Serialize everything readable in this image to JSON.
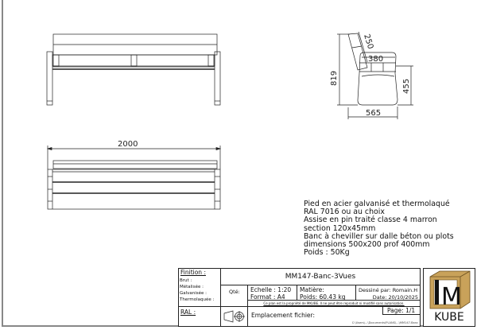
{
  "drawing": {
    "dimensions": {
      "length": "2000",
      "height": "819",
      "depth": "565",
      "seat_height": "455",
      "seat_depth": "380",
      "backrest": "250"
    }
  },
  "notes": [
    "Pied en acier galvanisé et thermolaqué",
    "RAL 7016 ou au choix",
    "Assise en pin traité classe 4 marron",
    "section 120x45mm",
    "Banc à cheviller sur dalle béton ou plots",
    "dimensions 500x200 prof 400mm",
    "Poids : 50Kg"
  ],
  "title_block": {
    "finition_label": "Finition :",
    "finitions": [
      "Brut :",
      "Métalisée :",
      "Galvanisée :",
      "Thermolaquée :"
    ],
    "ral_label": "RAL :",
    "title": "MM147-Banc-3Vues",
    "qte_label": "Qté:",
    "echelle": "Echelle : 1:20",
    "format": "Format :  A4",
    "matiere": "Matière:",
    "poids": "Poids: 60.43 kg",
    "dessine": "Dessiné par: Romain.H",
    "date": "Date: 20/10/2025",
    "property": "Ce plan est la propriété de MKUBE. Il ne peut être reproduit ni modifié sans autorisation.",
    "emplacement": "Emplacement fichier:",
    "file_path": "C:\\Users\\...\\Documents\\PLANS\\...\\MM147-Banc",
    "page": "Page:  1/1"
  },
  "logo": {
    "text": "KUBE",
    "letter": "M",
    "color": "#c9a25a"
  }
}
